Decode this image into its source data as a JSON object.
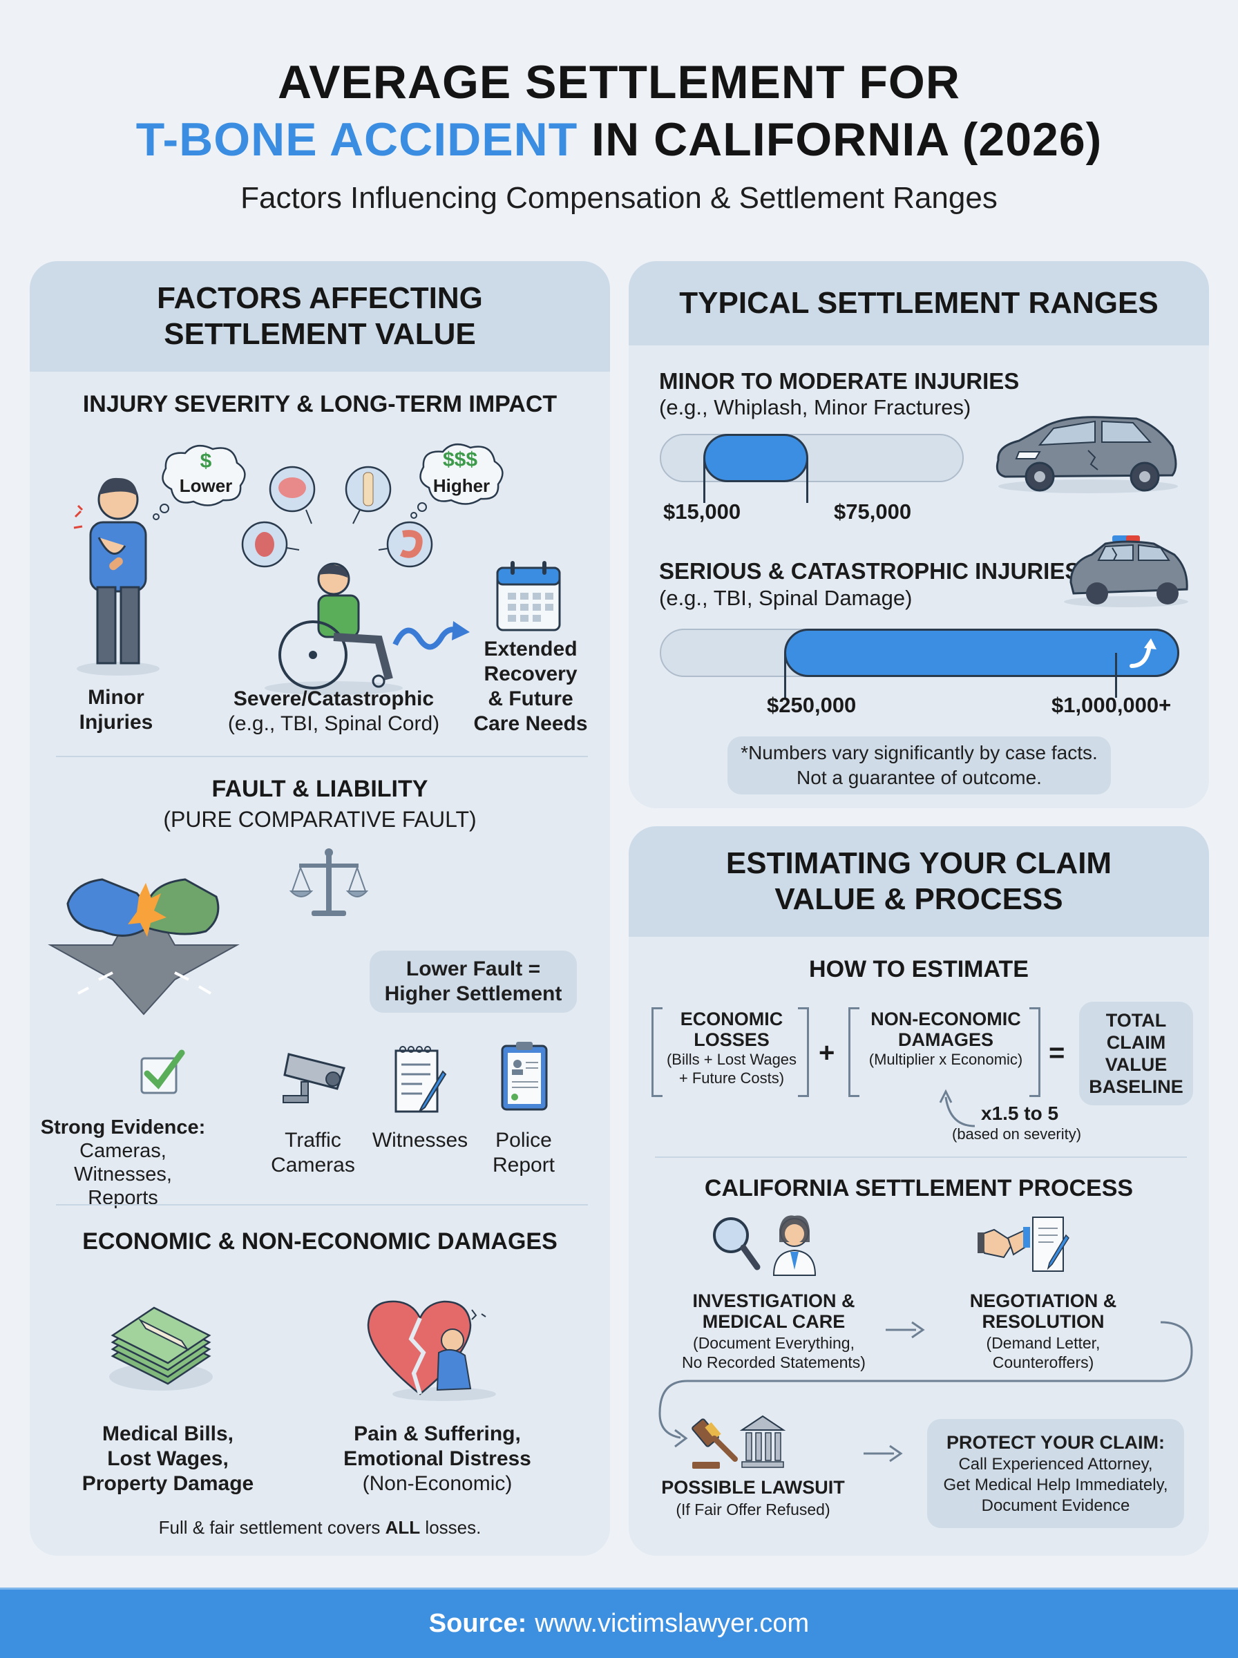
{
  "header": {
    "title_line1": "AVERAGE SETTLEMENT FOR",
    "title_accent": "T-BONE ACCIDENT",
    "title_line2_rest": " IN CALIFORNIA (2026)",
    "subtitle": "Factors Influencing Compensation & Settlement Ranges"
  },
  "left_panel": {
    "title_line1": "FACTORS AFFECTING",
    "title_line2": "SETTLEMENT VALUE",
    "injury": {
      "heading": "INJURY SEVERITY & LONG-TERM IMPACT",
      "bubble_lower_symbol": "$",
      "bubble_lower_text": "Lower",
      "bubble_higher_symbol": "$$$",
      "bubble_higher_text": "Higher",
      "minor_line1": "Minor",
      "minor_line2": "Injuries",
      "severe_line1": "Severe/Catastrophic",
      "severe_line2": "(e.g., TBI, Spinal Cord)",
      "extended_line1": "Extended",
      "extended_line2": "Recovery",
      "extended_line3": "& Future",
      "extended_line4": "Care Needs"
    },
    "fault": {
      "heading": "FAULT & LIABILITY",
      "subheading": "(PURE COMPARATIVE FAULT)",
      "callout_line1": "Lower Fault =",
      "callout_line2": "Higher Settlement",
      "evidence_title": "Strong Evidence:",
      "evidence_line1": "Cameras, Witnesses,",
      "evidence_line2": "Reports",
      "traffic_line1": "Traffic",
      "traffic_line2": "Cameras",
      "witnesses": "Witnesses",
      "police_line1": "Police",
      "police_line2": "Report"
    },
    "damages": {
      "heading": "ECONOMIC & NON-ECONOMIC DAMAGES",
      "econ_line1": "Medical Bills,",
      "econ_line2": "Lost Wages,",
      "econ_line3": "Property Damage",
      "nonecon_line1": "Pain & Suffering,",
      "nonecon_line2": "Emotional Distress",
      "nonecon_line3": "(Non-Economic)",
      "footnote_pre": "Full & fair settlement covers ",
      "footnote_bold": "ALL",
      "footnote_post": " losses."
    }
  },
  "ranges_panel": {
    "title": "TYPICAL SETTLEMENT RANGES",
    "minor": {
      "heading": "MINOR TO MODERATE INJURIES",
      "examples": "(e.g., Whiplash, Minor Fractures)",
      "low": "$15,000",
      "high": "$75,000"
    },
    "serious": {
      "heading": "SERIOUS & CATASTROPHIC INJURIES",
      "examples": "(e.g., TBI, Spinal Damage)",
      "low": "$250,000",
      "high": "$1,000,000+"
    },
    "disclaimer_line1": "*Numbers vary significantly by case facts.",
    "disclaimer_line2": "Not a guarantee of outcome."
  },
  "estimate_panel": {
    "title_line1": "ESTIMATING YOUR CLAIM",
    "title_line2": "VALUE & PROCESS",
    "how": {
      "heading": "HOW TO ESTIMATE",
      "econ_line1": "ECONOMIC",
      "econ_line2": "LOSSES",
      "econ_line3": "(Bills + Lost Wages",
      "econ_line4": "+ Future Costs)",
      "plus": "+",
      "nonecon_line1": "NON-ECONOMIC",
      "nonecon_line2": "DAMAGES",
      "nonecon_line3": "(Multiplier x Economic)",
      "equals": "=",
      "total_line1": "TOTAL",
      "total_line2": "CLAIM",
      "total_line3": "VALUE",
      "total_line4": "BASELINE",
      "multiplier": "x1.5 to 5",
      "multiplier_note": "(based on severity)"
    },
    "process": {
      "heading": "CALIFORNIA SETTLEMENT PROCESS",
      "step1_line1": "INVESTIGATION &",
      "step1_line2": "MEDICAL CARE",
      "step1_line3": "(Document Everything,",
      "step1_line4": "No Recorded Statements)",
      "step2_line1": "NEGOTIATION &",
      "step2_line2": "RESOLUTION",
      "step2_line3": "(Demand Letter,",
      "step2_line4": "Counteroffers)",
      "step3_line1": "POSSIBLE LAWSUIT",
      "step3_line2": "(If Fair Offer Refused)",
      "protect_title": "PROTECT YOUR CLAIM:",
      "protect_line1": "Call Experienced Attorney,",
      "protect_line2": "Get Medical Help Immediately,",
      "protect_line3": "Document Evidence"
    }
  },
  "footer": {
    "source_label": "Source:",
    "source_url": "www.victimslawyer.com"
  },
  "colors": {
    "accent_blue": "#3a8de0",
    "panel_bg": "#e3eaf2",
    "panel_header": "#cddbe8",
    "money_green": "#3c9a4a",
    "footer_bg": "#3d8fe0"
  }
}
